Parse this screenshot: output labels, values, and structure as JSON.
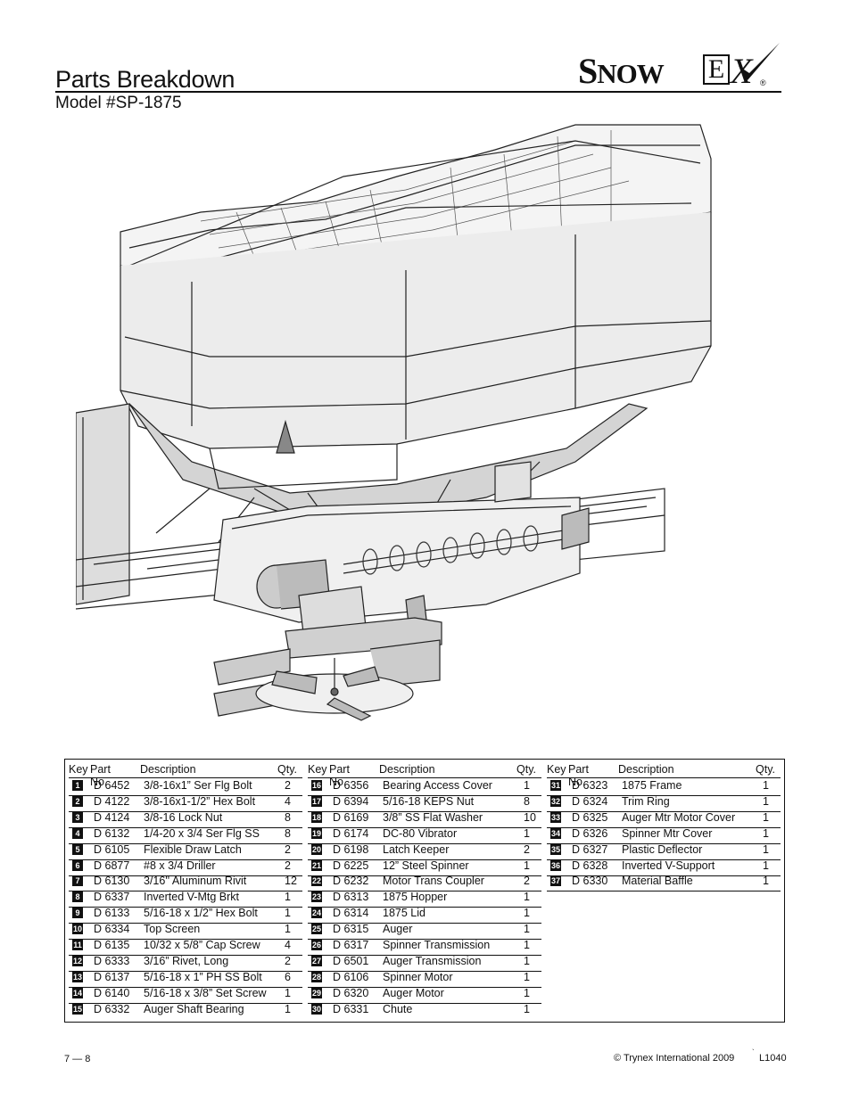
{
  "header": {
    "title": "Parts Breakdown",
    "model": "Model #SP-1875",
    "logo_text": "SNOWEX",
    "logo_part1_big": "S",
    "logo_part1_small": "NOW",
    "logo_ex_box": "E",
    "logo_ex_x": "X",
    "logo_reg": "®"
  },
  "table": {
    "headers": {
      "key": "Key",
      "part": "Part No.",
      "desc": "Description",
      "qty": "Qty."
    },
    "columns": [
      [
        {
          "key": "1",
          "part": "D 6452",
          "desc": "3/8-16x1” Ser Flg Bolt",
          "qty": "2"
        },
        {
          "key": "2",
          "part": "D 4122",
          "desc": "3/8-16x1-1/2” Hex Bolt",
          "qty": "4"
        },
        {
          "key": "3",
          "part": "D 4124",
          "desc": "3/8-16 Lock Nut",
          "qty": "8"
        },
        {
          "key": "4",
          "part": "D 6132",
          "desc": "1/4-20 x 3/4 Ser Flg SS",
          "qty": "8"
        },
        {
          "key": "5",
          "part": "D 6105",
          "desc": "Flexible Draw Latch",
          "qty": "2"
        },
        {
          "key": "6",
          "part": "D 6877",
          "desc": "#8 x 3/4 Driller",
          "qty": "2"
        },
        {
          "key": "7",
          "part": "D 6130",
          "desc": "3/16'' Aluminum Rivit",
          "qty": "12"
        },
        {
          "key": "8",
          "part": "D 6337",
          "desc": "Inverted V-Mtg Brkt",
          "qty": "1"
        },
        {
          "key": "9",
          "part": "D 6133",
          "desc": "5/16-18 x 1/2” Hex Bolt",
          "qty": "1"
        },
        {
          "key": "10",
          "part": "D 6334",
          "desc": "Top Screen",
          "qty": "1"
        },
        {
          "key": "11",
          "part": "D 6135",
          "desc": "10/32 x 5/8” Cap Screw",
          "qty": "4"
        },
        {
          "key": "12",
          "part": "D 6333",
          "desc": "3/16” Rivet, Long",
          "qty": "2"
        },
        {
          "key": "13",
          "part": "D 6137",
          "desc": "5/16-18 x 1” PH SS Bolt",
          "qty": "6"
        },
        {
          "key": "14",
          "part": "D 6140",
          "desc": "5/16-18 x 3/8” Set Screw",
          "qty": "1"
        },
        {
          "key": "15",
          "part": "D 6332",
          "desc": "Auger Shaft Bearing",
          "qty": "1"
        }
      ],
      [
        {
          "key": "16",
          "part": "D 6356",
          "desc": "Bearing Access Cover",
          "qty": "1"
        },
        {
          "key": "17",
          "part": "D 6394",
          "desc": "5/16-18 KEPS Nut",
          "qty": "8"
        },
        {
          "key": "18",
          "part": "D 6169",
          "desc": "3/8” SS Flat Washer",
          "qty": "10"
        },
        {
          "key": "19",
          "part": "D 6174",
          "desc": "DC-80 Vibrator",
          "qty": "1"
        },
        {
          "key": "20",
          "part": "D 6198",
          "desc": "Latch Keeper",
          "qty": "2"
        },
        {
          "key": "21",
          "part": "D 6225",
          "desc": "12” Steel Spinner",
          "qty": "1"
        },
        {
          "key": "22",
          "part": "D 6232",
          "desc": "Motor Trans Coupler",
          "qty": "2"
        },
        {
          "key": "23",
          "part": "D 6313",
          "desc": "1875 Hopper",
          "qty": "1"
        },
        {
          "key": "24",
          "part": "D 6314",
          "desc": "1875 Lid",
          "qty": "1"
        },
        {
          "key": "25",
          "part": "D 6315",
          "desc": "Auger",
          "qty": "1"
        },
        {
          "key": "26",
          "part": "D 6317",
          "desc": "Spinner Transmission",
          "qty": "1"
        },
        {
          "key": "27",
          "part": "D 6501",
          "desc": "Auger Transmission",
          "qty": "1"
        },
        {
          "key": "28",
          "part": "D 6106",
          "desc": "Spinner Motor",
          "qty": "1"
        },
        {
          "key": "29",
          "part": "D 6320",
          "desc": "Auger Motor",
          "qty": "1"
        },
        {
          "key": "30",
          "part": "D 6331",
          "desc": "Chute",
          "qty": "1"
        }
      ],
      [
        {
          "key": "31",
          "part": "D 6323",
          "desc": "1875 Frame",
          "qty": "1"
        },
        {
          "key": "32",
          "part": "D 6324",
          "desc": "Trim Ring",
          "qty": "1"
        },
        {
          "key": "33",
          "part": "D 6325",
          "desc": "Auger Mtr Motor Cover",
          "qty": "1"
        },
        {
          "key": "34",
          "part": "D 6326",
          "desc": "Spinner Mtr Cover",
          "qty": "1"
        },
        {
          "key": "35",
          "part": "D 6327",
          "desc": "Plastic Deflector",
          "qty": "1"
        },
        {
          "key": "36",
          "part": "D 6328",
          "desc": "Inverted V-Support",
          "qty": "1"
        },
        {
          "key": "37",
          "part": "D 6330",
          "desc": "Material Baffle",
          "qty": "1"
        }
      ]
    ]
  },
  "footer": {
    "page": "7 — 8",
    "copyright": "© Trynex International 2009",
    "code": "L1040",
    "tick": "`"
  }
}
